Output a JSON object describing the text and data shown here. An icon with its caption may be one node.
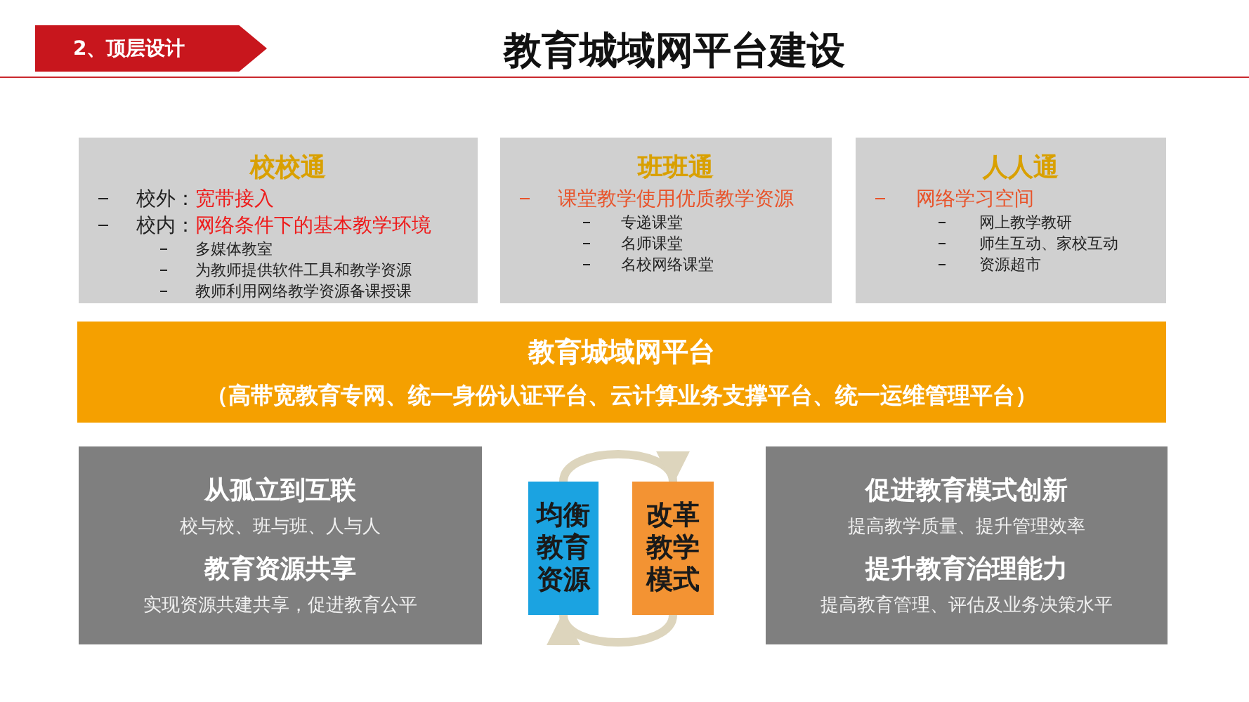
{
  "diagram": {
    "title": "教育城域网平台建设",
    "nodes": [
      {
        "text": [
          "2、顶层设计"
        ]
      },
      {
        "text": [
          "校校通",
          "校外：",
          "宽带接入",
          "校内：",
          "网络条件下的基本教学环境",
          "多媒体教室",
          "为教师提供软件工具和教学资源",
          "教师利用网络教学资源备课授课"
        ]
      },
      {
        "text": [
          "班班通",
          "课堂教学使用优质教学资源",
          "专递课堂",
          "名师课堂",
          "名校网络课堂"
        ]
      },
      {
        "text": [
          "人人通",
          "网络学习空间",
          "网上教学教研",
          "师生互动、家校互动",
          "资源超市"
        ]
      },
      {
        "text": [
          "教育城域网平台",
          "（高带宽教育专网、统一身份认证平台、云计算业务支撑平台、统一运维管理平台）"
        ]
      },
      {
        "text": [
          "从孤立到互联",
          "校与校、班与班、人与人",
          "教育资源共享",
          "实现资源共建共享，促进教育公平"
        ]
      },
      {
        "text": [
          "均衡教育资源"
        ]
      },
      {
        "text": [
          "改革教学模式"
        ]
      },
      {
        "text": [
          "促进教育模式创新",
          "提高教学质量、提升管理效率",
          "提升教育治理能力",
          "提高教育管理、评估及业务决策水平"
        ]
      }
    ],
    "edges": [
      {
        "from": 6,
        "to": 7,
        "arrow": "to",
        "color": "#ddd5bd"
      },
      {
        "from": 7,
        "to": 6,
        "arrow": "to",
        "color": "#ddd5bd"
      }
    ]
  }
}
